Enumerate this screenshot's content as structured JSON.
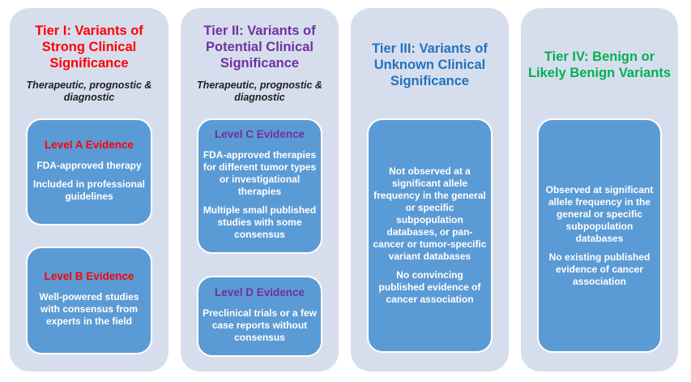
{
  "colors": {
    "column_bg": "#D6DEED",
    "box_bg": "#5B9BD5",
    "box_border": "#FFFFFF",
    "box_text": "#FFFFFF",
    "subtitle_text": "#1F1F1F",
    "tier1_accent": "#FF0000",
    "tier2_accent": "#7030A0",
    "tier3_accent": "#2272BE",
    "tier4_accent": "#00B050"
  },
  "tiers": [
    {
      "title": "Tier I: Variants of Strong Clinical Significance",
      "subtitle": "Therapeutic, prognostic & diagnostic",
      "color": "#FF0000",
      "boxes": [
        {
          "label": "Level A Evidence",
          "paragraphs": [
            "FDA-approved therapy",
            "Included in professional guidelines"
          ]
        },
        {
          "label": "Level B Evidence",
          "paragraphs": [
            "Well-powered studies with consensus from experts in the field"
          ]
        }
      ]
    },
    {
      "title": "Tier II: Variants of Potential Clinical Significance",
      "subtitle": "Therapeutic, prognostic & diagnostic",
      "color": "#7030A0",
      "boxes": [
        {
          "label": "Level C Evidence",
          "paragraphs": [
            "FDA-approved therapies for different tumor types or investigational therapies",
            "Multiple small published studies with some consensus"
          ]
        },
        {
          "label": "Level D Evidence",
          "paragraphs": [
            "Preclinical trials or a few case reports without consensus"
          ]
        }
      ]
    },
    {
      "title": "Tier III: Variants of Unknown Clinical Significance",
      "color": "#2272BE",
      "boxes": [
        {
          "paragraphs": [
            "Not observed at a significant allele frequency in the general or specific subpopulation databases, or pan-cancer or tumor-specific variant databases",
            "No convincing published evidence of cancer association"
          ]
        }
      ]
    },
    {
      "title": "Tier IV: Benign or Likely Benign Variants",
      "color": "#00B050",
      "boxes": [
        {
          "paragraphs": [
            "Observed at significant allele frequency in the general or specific subpopulation databases",
            "No existing published evidence of cancer association"
          ]
        }
      ]
    }
  ]
}
